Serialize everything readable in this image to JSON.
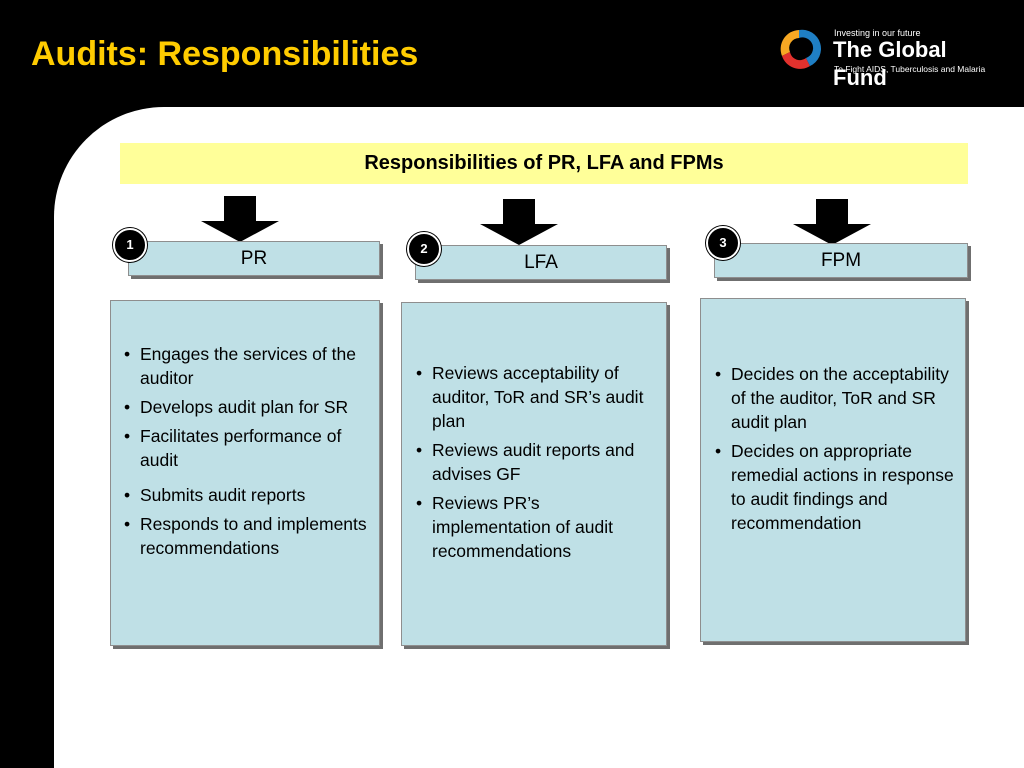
{
  "slide": {
    "title": "Audits: Responsibilities",
    "banner": "Responsibilities of PR, LFA and FPMs"
  },
  "logo": {
    "tagline": "Investing in our future",
    "name": "The Global Fund",
    "subtitle": "To Fight AIDS, Tuberculosis and Malaria",
    "colors": [
      "#f7a823",
      "#e2312d",
      "#1f7fc4"
    ]
  },
  "columns": [
    {
      "number": "1",
      "header": "PR",
      "items": [
        "Engages the services of the auditor",
        "Develops audit plan for SR",
        "Facilitates performance of audit",
        "Submits audit reports",
        "Responds to and implements recommendations"
      ]
    },
    {
      "number": "2",
      "header": "LFA",
      "items": [
        "Reviews acceptability of auditor, ToR and SR’s audit plan",
        "Reviews audit reports and advises GF",
        "Reviews PR’s implementation of audit recommendations"
      ]
    },
    {
      "number": "3",
      "header": "FPM",
      "items": [
        "Decides on the acceptability of the auditor, ToR and SR audit plan",
        "Decides on appropriate remedial actions in response to audit findings and recommendation"
      ]
    }
  ]
}
